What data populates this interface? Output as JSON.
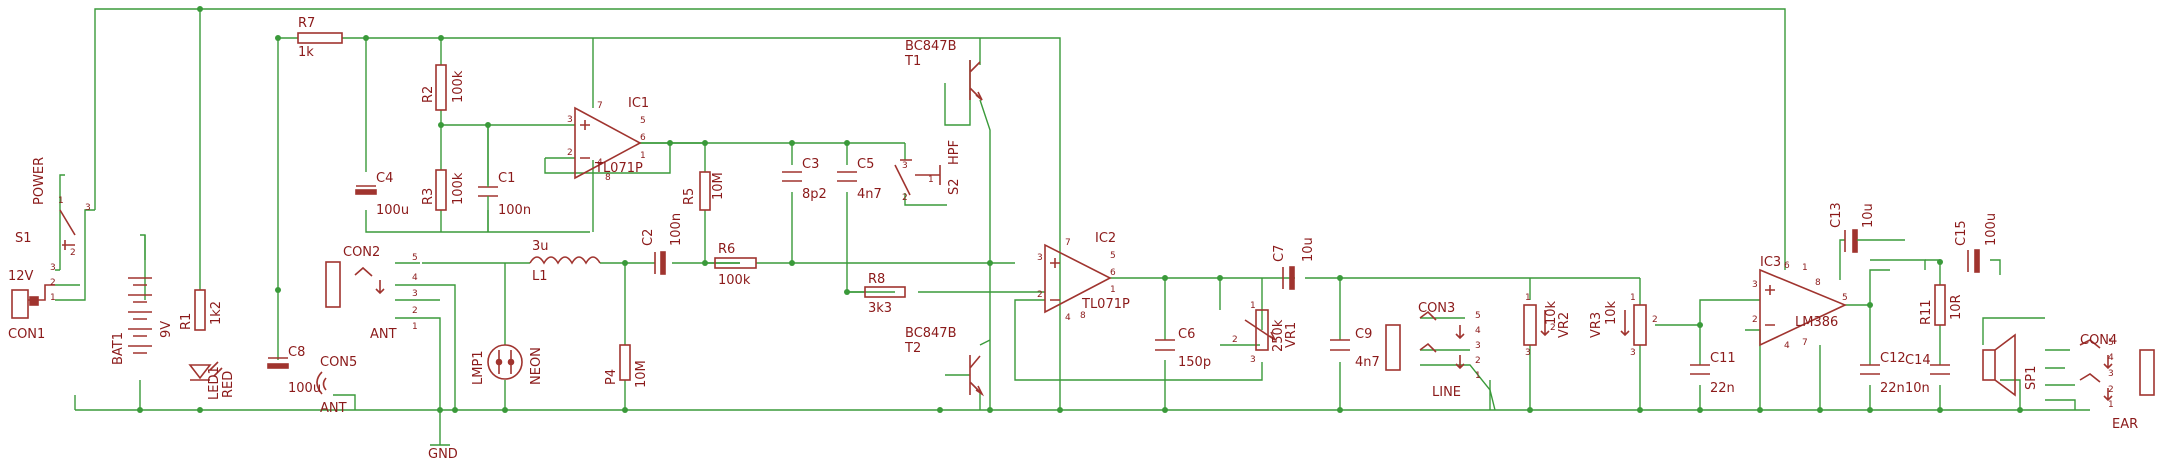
{
  "colors": {
    "wire": "#3a9a3a",
    "part": "#a0342f",
    "text": "#8b1a1a",
    "junction": "#3a9a3a"
  },
  "labels": {
    "r7": "R7",
    "r7v": "1k",
    "r2": "R2",
    "r2v": "100k",
    "r3": "R3",
    "r3v": "100k",
    "c1": "C1",
    "c1v": "100n",
    "c4": "C4",
    "c4v": "100u",
    "ic1": "IC1",
    "ic1v": "TL071P",
    "r5": "R5",
    "r5v": "10M",
    "c3": "C3",
    "c3v": "8p2",
    "c5": "C5",
    "c5v": "4n7",
    "hpf": "HPF",
    "s2": "S2",
    "t1v": "BC847B",
    "t1": "T1",
    "t2v": "BC847B",
    "t2": "T2",
    "s1": "S1",
    "power": "POWER",
    "v12": "12V",
    "con1": "CON1",
    "bat1": "BAT1",
    "bat1v": "9V",
    "r1": "R1",
    "r1v": "1k2",
    "led1": "LED1",
    "led1v": "RED",
    "c8": "C8",
    "c8v": "100u",
    "con2": "CON2",
    "ant1": "ANT",
    "con5": "CON5",
    "ant2": "ANT",
    "l1v": "3u",
    "l1": "L1",
    "c2": "C2",
    "c2v": "100n",
    "r6": "R6",
    "r6v": "100k",
    "lmp1": "LMP1",
    "neon": "NEON",
    "p4": "P4",
    "p4v": "10M",
    "gnd": "GND",
    "r8": "R8",
    "r8v": "3k3",
    "ic2": "IC2",
    "ic2v": "TL071P",
    "c6": "C6",
    "c6v": "150p",
    "c7": "C7",
    "c7v": "10u",
    "vr1": "VR1",
    "vr1v": "250k",
    "c9": "C9",
    "c9v": "4n7",
    "con3": "CON3",
    "line": "LINE",
    "vr2": "VR2",
    "vr2v": "10k",
    "vr3": "VR3",
    "vr3v": "10k",
    "c11": "C11",
    "c11v": "22n",
    "ic3": "IC3",
    "ic3v": "LM386",
    "c12": "C12",
    "c12v": "22n",
    "c13": "C13",
    "c13v": "10u",
    "c15": "C15",
    "c15v": "100u",
    "r11": "R11",
    "r11v": "10R",
    "c14": "C14",
    "c14v": "10n",
    "sp1": "SP1",
    "con4": "CON4",
    "ear": "EAR"
  }
}
